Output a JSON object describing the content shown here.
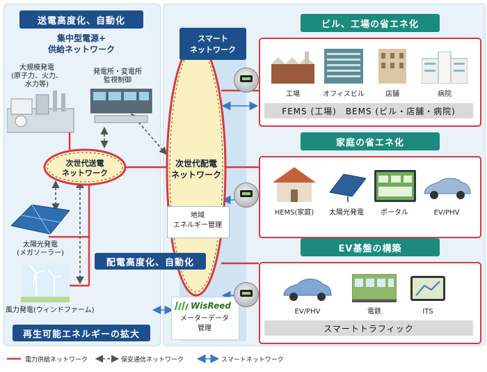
{
  "left": {
    "top_header": "送電高度化、自動化",
    "central_title_1": "集中型電源+",
    "central_title_2": "供給ネットワーク",
    "large_gen_1": "大規模発電",
    "large_gen_2": "(原子力、火力、",
    "large_gen_3": "水力等)",
    "control_1": "発電所・変電所",
    "control_2": "監視制御",
    "transmission_1": "次世代送電",
    "transmission_2": "ネットワーク",
    "solar_1": "太陽光発電",
    "solar_2": "(メガソーラー)",
    "wind": "風力発電(ウィンドファーム)",
    "bottom_header": "再生可能エネルギーの拡大"
  },
  "center": {
    "smart_1": "スマート",
    "smart_2": "ネットワーク",
    "distribution_1": "次世代配電",
    "distribution_2": "ネットワーク",
    "regional_1": "地域",
    "regional_2": "エネルギー管理",
    "dist_header": "配電高度化、自動化",
    "wisreed_logo": "WisReed",
    "meter_data_1": "メーターデータ",
    "meter_data_2": "管理"
  },
  "right": {
    "building_header": "ビル、工場の省エネ化",
    "buildings": [
      "工場",
      "オフィスビル",
      "店舗",
      "病院"
    ],
    "building_bar": "FEMS (工場)　BEMS (ビル・店舗・病院)",
    "home_header": "家庭の省エネ化",
    "homes": [
      "HEMS(家庭)",
      "太陽光発電",
      "ポータル",
      "EV/PHV"
    ],
    "ev_header": "EV基盤の構築",
    "ev_items": [
      "EV/PHV",
      "電鉄",
      "ITS"
    ],
    "ev_bar": "スマートトラフィック"
  },
  "legend": {
    "power": "電力供給ネットワーク",
    "security": "保安通信ネットワーク",
    "smart": "スマートネットワーク"
  },
  "colors": {
    "panel_bg": "#e8f2f8",
    "header_blue": "#1d4f8a",
    "header_green": "#1c8a7d",
    "power_red": "#d8393f",
    "smart_blue": "#3a78c2",
    "security_gray": "#666666",
    "ellipse_fill": "#fbf0c0"
  }
}
